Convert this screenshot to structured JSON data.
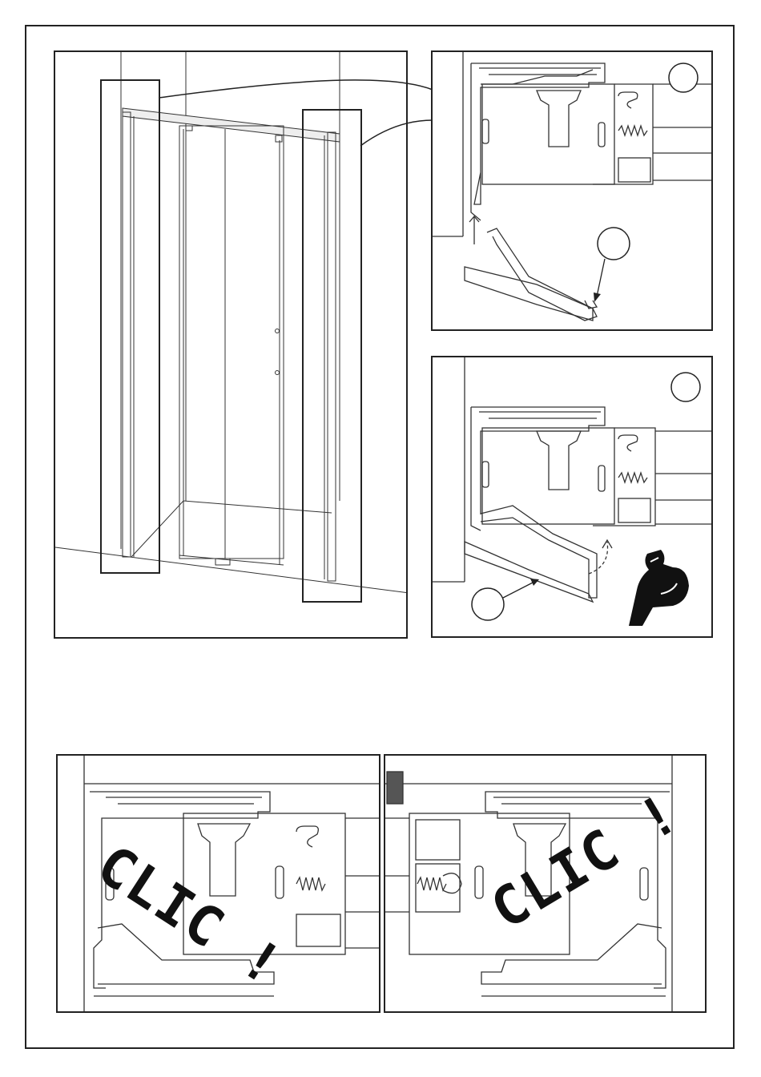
{
  "document": {
    "type": "installation-diagram",
    "figures": [
      {
        "id": "overview",
        "description_visible": ""
      },
      {
        "id": "detail-step-1",
        "callout": ""
      },
      {
        "id": "detail-step-2",
        "callout": ""
      },
      {
        "id": "result-left"
      },
      {
        "id": "result-right"
      }
    ],
    "annotations": {
      "clic_left": "CLIC !",
      "clic_right": "CLIC !"
    },
    "icons": [
      "strength-arm-icon",
      "up-arrow-icon",
      "curved-arrow-icon"
    ]
  }
}
